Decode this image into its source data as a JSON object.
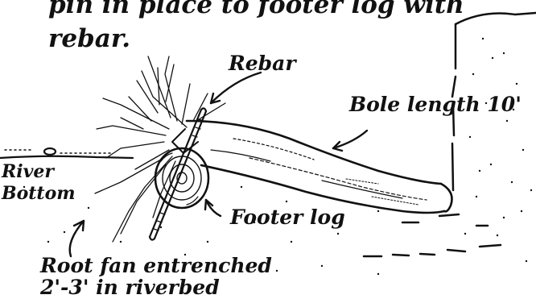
{
  "caption": {
    "line1": "pin in place to footer log with",
    "line2": "rebar."
  },
  "labels": {
    "rebar": "Rebar",
    "bole": "Bole length 10'",
    "river1": "River",
    "river2": "Bottom",
    "footer": "Footer log",
    "root1": "Root fan entrenched",
    "root2": "2'-3' in riverbed"
  }
}
